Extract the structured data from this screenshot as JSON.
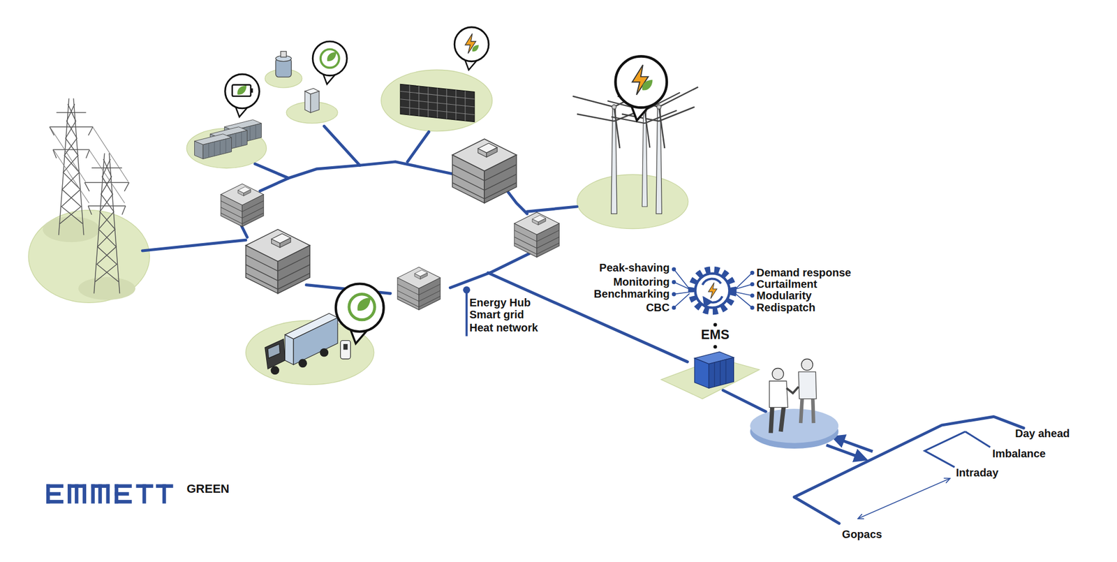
{
  "diagram": {
    "labels": [
      "Peak-shaving",
      "Demand response",
      "Monitoring",
      "Curtailment",
      "Benchmarking",
      "Modularity",
      "Energy Hub",
      "CBC",
      "Redispatch",
      "Smart grid",
      "Heat network",
      "EMS",
      "Day ahead",
      "Imbalance",
      "Intraday",
      "GREEN",
      "Gopacs"
    ]
  }
}
